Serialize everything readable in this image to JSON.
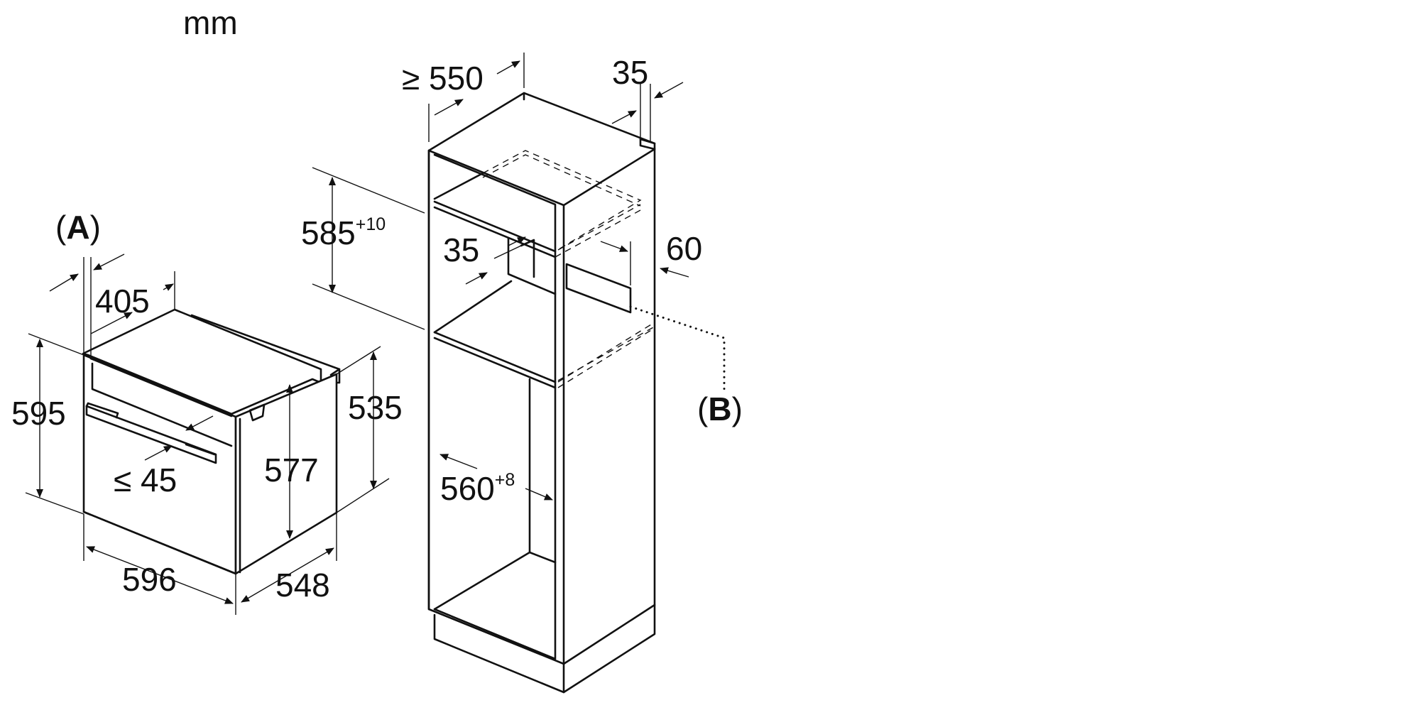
{
  "unit": "mm",
  "appliance": {
    "callout": "A",
    "width": "596",
    "height": "595",
    "depth": "548",
    "door_thickness": "405",
    "handle_depth": "≤ 45",
    "body_height": "577",
    "body_depth": "535"
  },
  "cabinet": {
    "min_depth": "≥ 550",
    "rear_gap": "35",
    "niche_height": "585",
    "niche_height_tolerance": "+10",
    "front_gap": "35",
    "vent_width": "60",
    "niche_width": "560",
    "niche_width_tolerance": "+8",
    "socket_callout": "B"
  },
  "colors": {
    "line": "#111111",
    "background": "#ffffff"
  }
}
